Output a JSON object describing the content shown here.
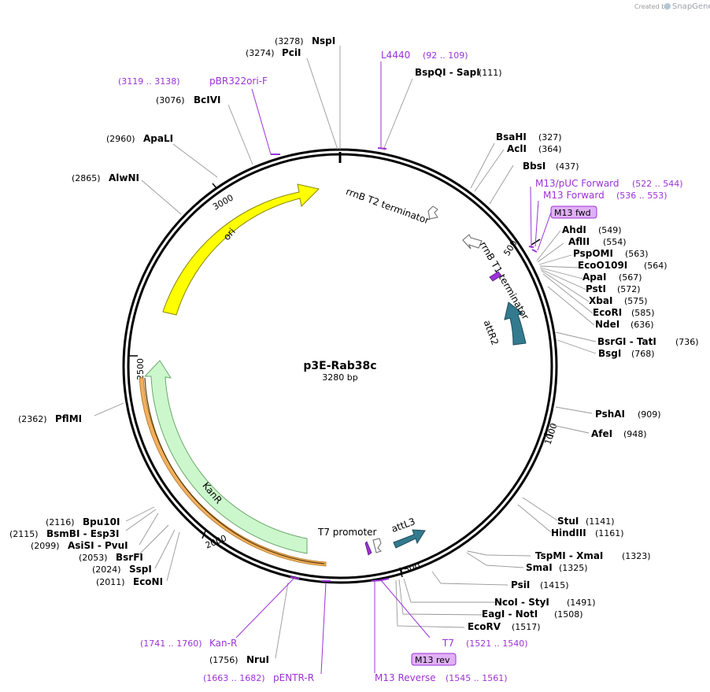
{
  "map": {
    "name": "p3E-Rab38c",
    "length_label": "3280 bp",
    "length": 3280
  },
  "branding": {
    "created_by": "Created by",
    "product": "SnapGene"
  },
  "colors": {
    "ori": "#ffff00",
    "kanr": "#ccf7cc",
    "attr": "#337a8f",
    "primer": "#9b33d6",
    "badge": "#e0b0f5",
    "kanr_primer": "#f0b060"
  },
  "ticks": [
    "500",
    "1000",
    "1500",
    "2000",
    "2500",
    "3000"
  ],
  "features": [
    {
      "name": "ori",
      "kind": "arrow"
    },
    {
      "name": "KanR",
      "kind": "arrow"
    },
    {
      "name": "attR2",
      "kind": "arrow"
    },
    {
      "name": "attL3",
      "kind": "arrow"
    },
    {
      "name": "rrnB T2 terminator",
      "kind": "terminator"
    },
    {
      "name": "rrnB T1 terminator",
      "kind": "terminator"
    },
    {
      "name": "T7 promoter",
      "kind": "promoter"
    }
  ],
  "enzymes": [
    {
      "name": "NspI",
      "pos": "(3278)"
    },
    {
      "name": "PciI",
      "pos": "(3274)"
    },
    {
      "name": "BcIVI",
      "pos": "(3076)"
    },
    {
      "name": "ApaLI",
      "pos": "(2960)"
    },
    {
      "name": "AlwNI",
      "pos": "(2865)"
    },
    {
      "name": "PflMI",
      "pos": "(2362)"
    },
    {
      "name": "Bpu10I",
      "pos": "(2116)"
    },
    {
      "name": "BsmBI - Esp3I",
      "pos": "(2115)"
    },
    {
      "name": "AsiSI - PvuI",
      "pos": "(2099)"
    },
    {
      "name": "BsrFI",
      "pos": "(2053)"
    },
    {
      "name": "SspI",
      "pos": "(2024)"
    },
    {
      "name": "EcoNI",
      "pos": "(2011)"
    },
    {
      "name": "NruI",
      "pos": "(1756)"
    },
    {
      "name": "BspQI - SapI",
      "pos": "(111)"
    },
    {
      "name": "BsaHI",
      "pos": "(327)"
    },
    {
      "name": "AclI",
      "pos": "(364)"
    },
    {
      "name": "BbsI",
      "pos": "(437)"
    },
    {
      "name": "AhdI",
      "pos": "(549)"
    },
    {
      "name": "AflII",
      "pos": "(554)"
    },
    {
      "name": "PspOMI",
      "pos": "(563)"
    },
    {
      "name": "EcoO109I",
      "pos": "(564)"
    },
    {
      "name": "ApaI",
      "pos": "(567)"
    },
    {
      "name": "PstI",
      "pos": "(572)"
    },
    {
      "name": "XbaI",
      "pos": "(575)"
    },
    {
      "name": "EcoRI",
      "pos": "(585)"
    },
    {
      "name": "NdeI",
      "pos": "(636)"
    },
    {
      "name": "BsrGI - TatI",
      "pos": "(736)"
    },
    {
      "name": "BsgI",
      "pos": "(768)"
    },
    {
      "name": "PshAI",
      "pos": "(909)"
    },
    {
      "name": "AfeI",
      "pos": "(948)"
    },
    {
      "name": "StuI",
      "pos": "(1141)"
    },
    {
      "name": "HindIII",
      "pos": "(1161)"
    },
    {
      "name": "TspMI - XmaI",
      "pos": "(1323)"
    },
    {
      "name": "SmaI",
      "pos": "(1325)"
    },
    {
      "name": "PsiI",
      "pos": "(1415)"
    },
    {
      "name": "NcoI - StyI",
      "pos": "(1491)"
    },
    {
      "name": "EagI - NotI",
      "pos": "(1508)"
    },
    {
      "name": "EcoRV",
      "pos": "(1517)"
    }
  ],
  "primers": [
    {
      "name": "L4440",
      "range": "(92 .. 109)"
    },
    {
      "name": "pBR322ori-F",
      "range": "(3119 .. 3138)"
    },
    {
      "name": "M13/pUC Forward",
      "range": "(522 .. 544)"
    },
    {
      "name": "M13 Forward",
      "range": "(536 .. 553)"
    },
    {
      "name": "Kan-R",
      "range": "(1741 .. 1760)"
    },
    {
      "name": "pENTR-R",
      "range": "(1663 .. 1682)"
    },
    {
      "name": "T7",
      "range": "(1521 .. 1540)"
    },
    {
      "name": "M13 Reverse",
      "range": "(1545 .. 1561)"
    }
  ],
  "badges": {
    "m13_fwd": "M13 fwd",
    "m13_rev": "M13 rev"
  }
}
